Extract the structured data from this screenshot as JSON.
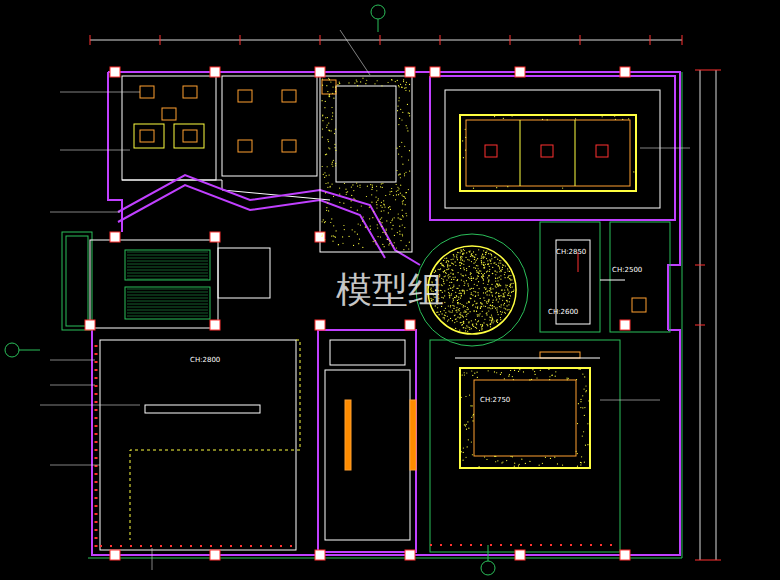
{
  "diagram": {
    "labels": [
      "模型组",
      "CH:2500",
      "CH:2850",
      "CH:2600",
      "CH:2800",
      "CH:2750"
    ]
  }
}
